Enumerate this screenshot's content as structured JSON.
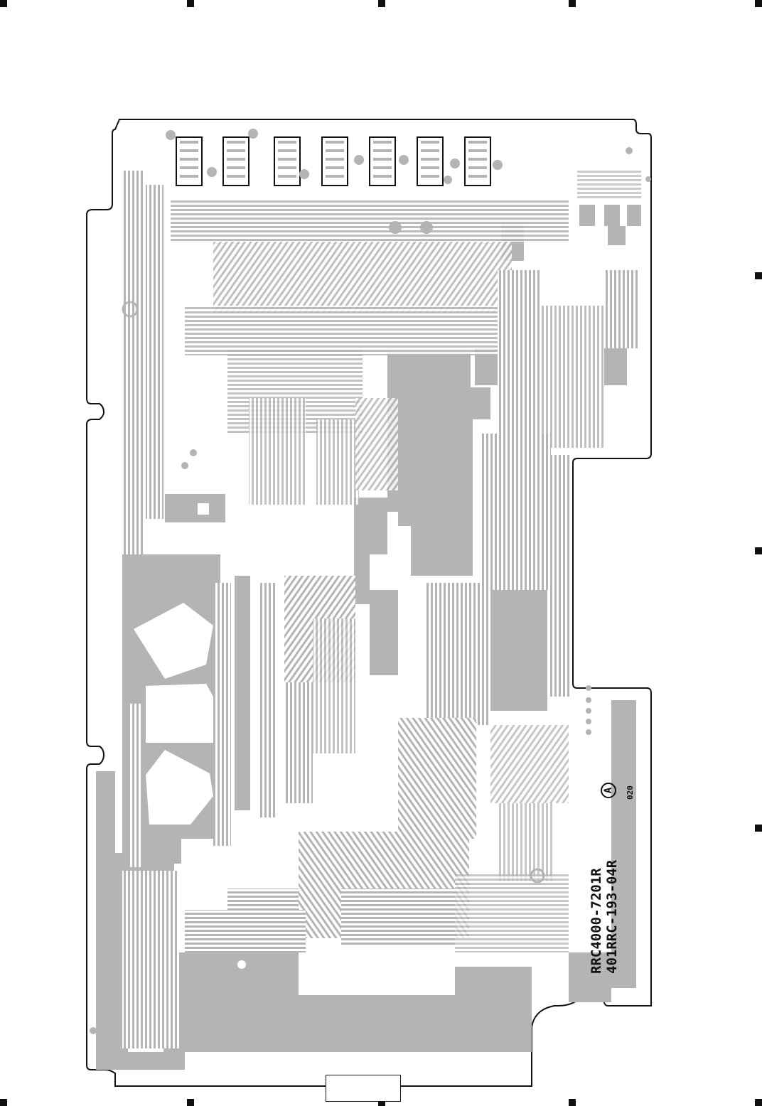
{
  "board": {
    "part_number": "RRC4000-7201R",
    "assembly_number": "401RRC-193-04R",
    "revision_mark": "A",
    "code": "020",
    "colors": {
      "outline": "#111111",
      "copper": "#b4b4b4",
      "background": "#ffffff"
    }
  },
  "page_label": ""
}
